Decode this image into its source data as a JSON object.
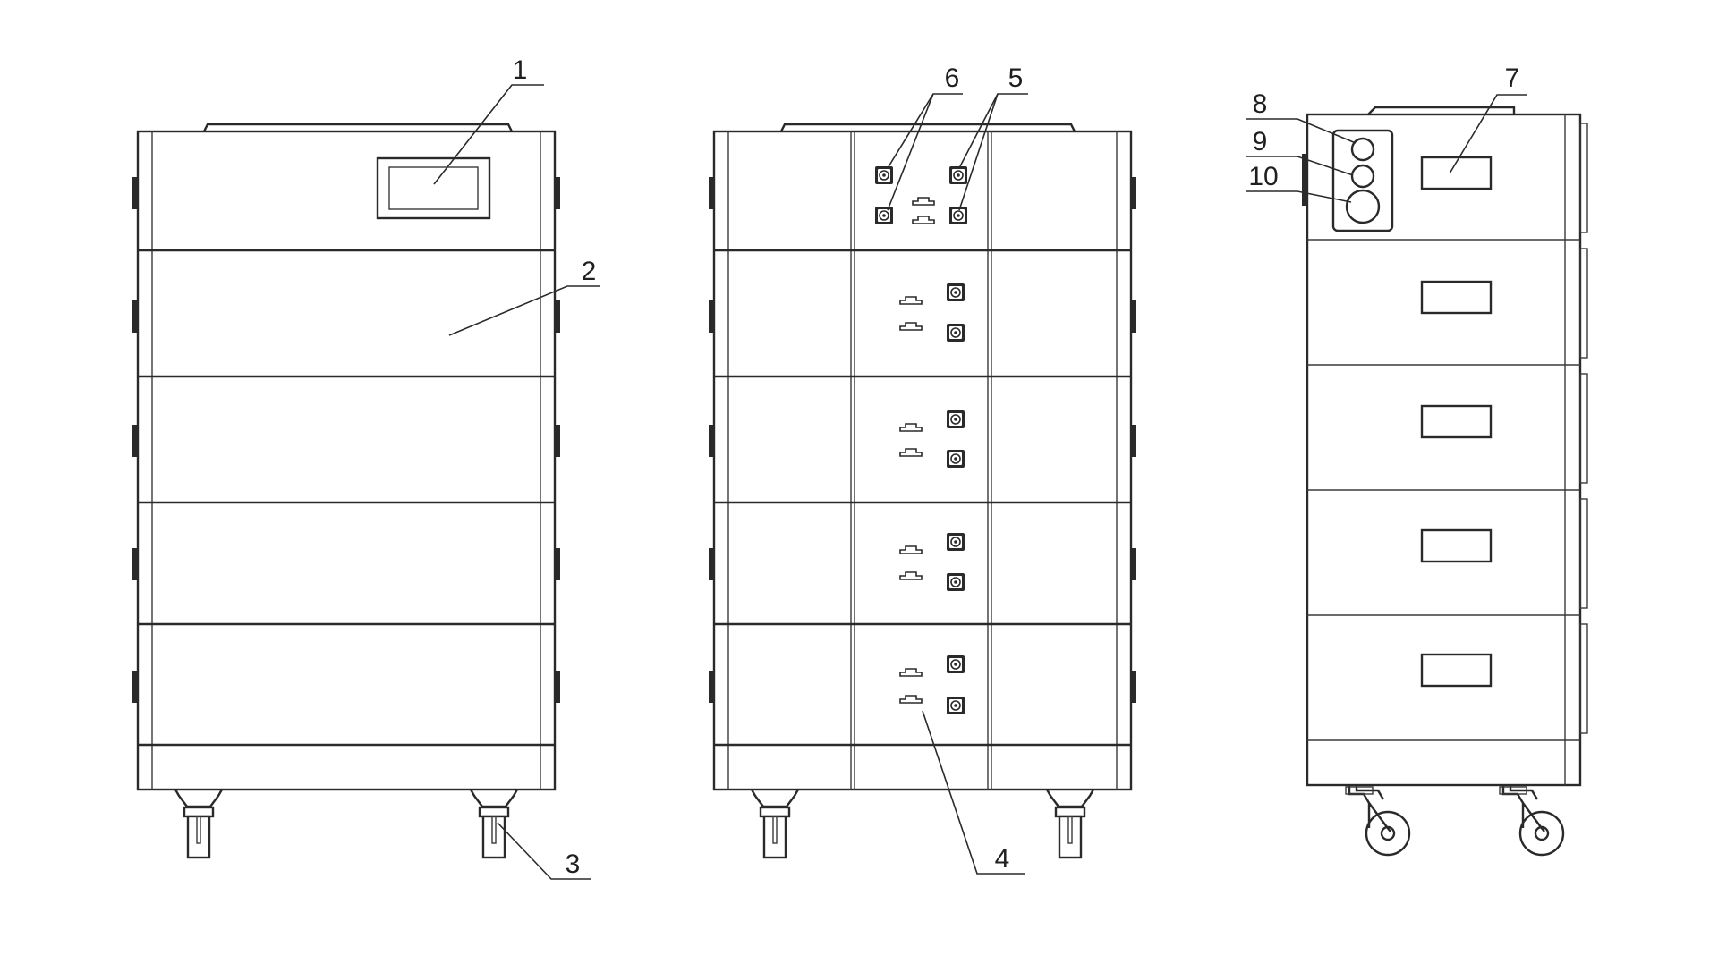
{
  "figure": {
    "callouts": [
      {
        "id": "1",
        "label": "1"
      },
      {
        "id": "2",
        "label": "2"
      },
      {
        "id": "3",
        "label": "3"
      },
      {
        "id": "4",
        "label": "4"
      },
      {
        "id": "5",
        "label": "5"
      },
      {
        "id": "6",
        "label": "6"
      },
      {
        "id": "7",
        "label": "7"
      },
      {
        "id": "8",
        "label": "8"
      },
      {
        "id": "9",
        "label": "9"
      },
      {
        "id": "10",
        "label": "10"
      }
    ],
    "stack": {
      "battery_modules": 4,
      "views": [
        "front",
        "rear",
        "side"
      ]
    },
    "colors": {
      "line": "#2a2a2a",
      "background": "#ffffff"
    }
  }
}
